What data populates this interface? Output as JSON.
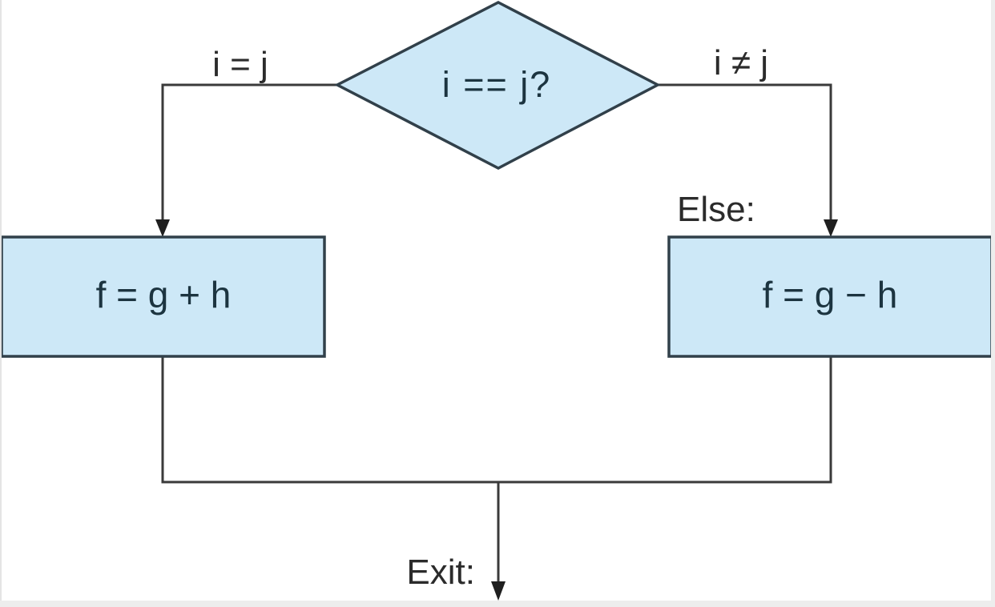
{
  "diagram": {
    "type": "flowchart",
    "description": "Conditional branch flowchart: decision on i==j leading to f=g+h (true) or f=g-h (else), merging to Exit",
    "colors": {
      "node_fill": "#cde8f7",
      "node_border": "#31404a",
      "connector_line": "#3a3a3a",
      "node_text": "#1c3440",
      "label_text": "#2b2b2b",
      "frame_edge": "#ededed"
    },
    "nodes": {
      "decision": {
        "shape": "diamond",
        "label": "i == j?"
      },
      "then_box": {
        "shape": "rect",
        "label": "f = g + h"
      },
      "else_box": {
        "shape": "rect",
        "label": "f = g − h"
      }
    },
    "edges": {
      "true_branch_label": "i = j",
      "false_branch_label": "i ≠ j",
      "else_label": "Else:",
      "exit_label": "Exit:"
    }
  }
}
